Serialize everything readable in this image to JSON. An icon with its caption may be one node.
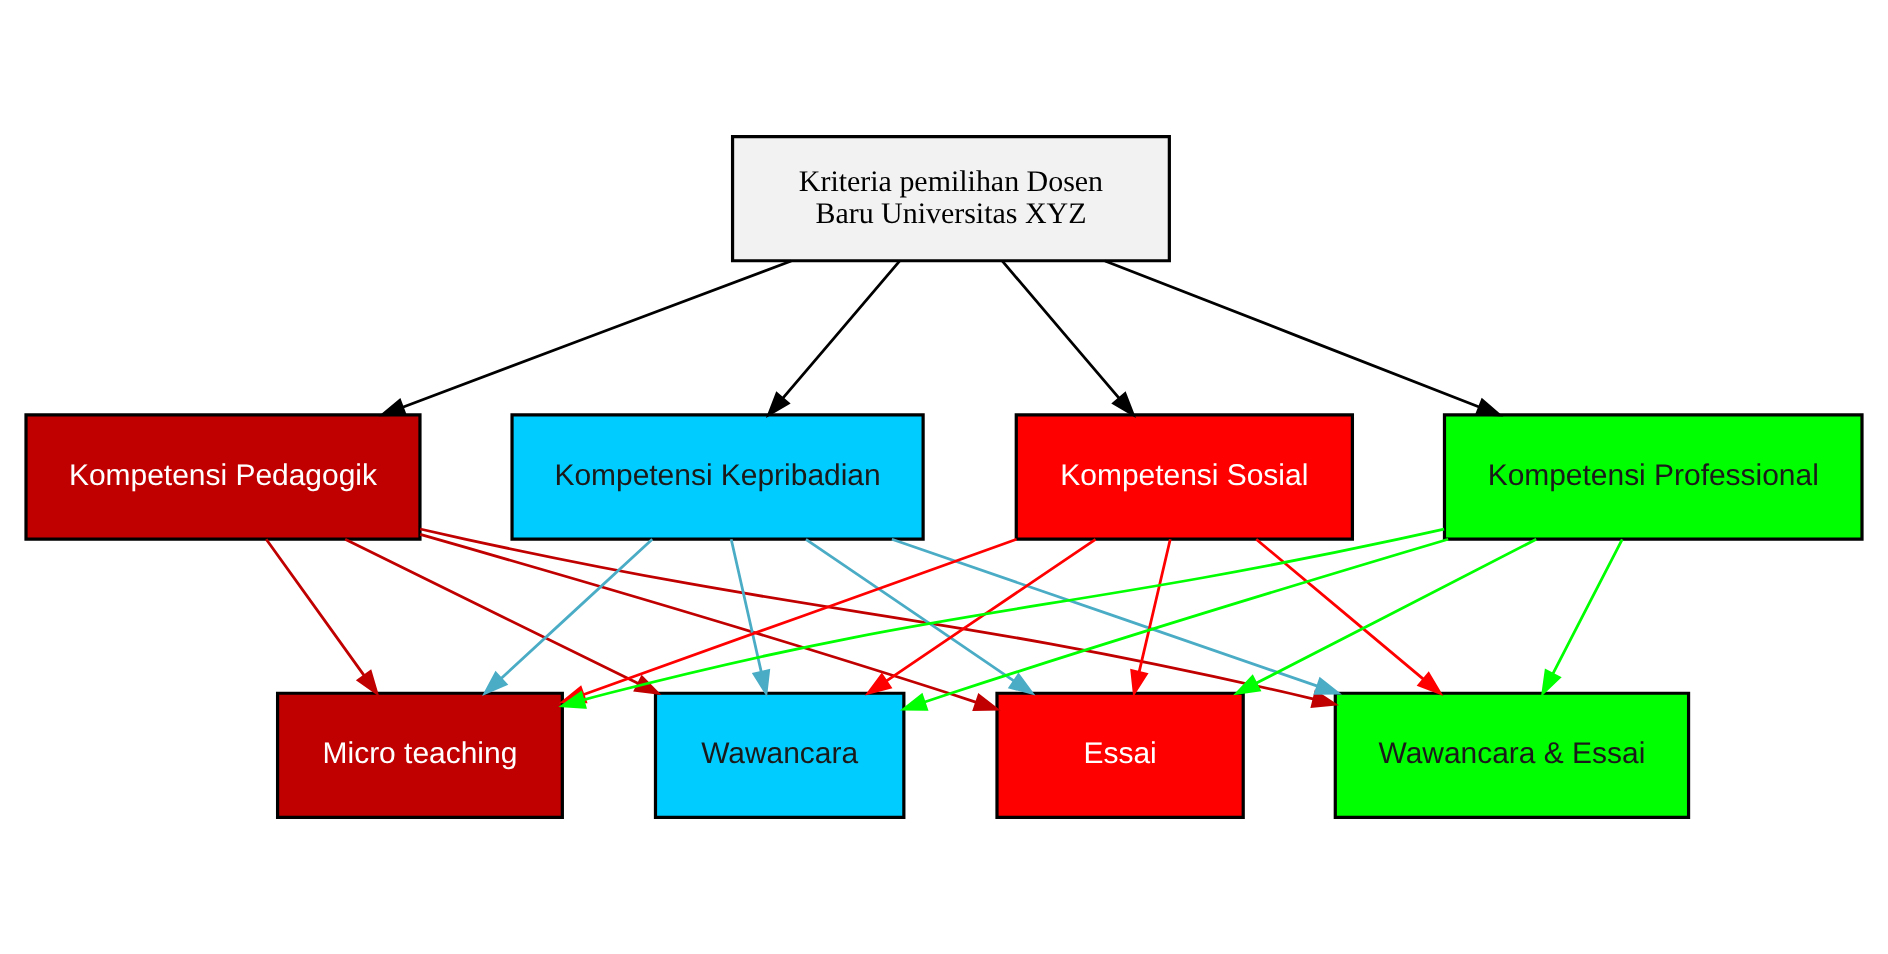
{
  "diagram": {
    "nodes": [
      {
        "text": [
          "Kriteria pemilihan Dosen Baru Universitas XYZ"
        ]
      },
      {
        "text": [
          "Kompetensi Pedagogik"
        ]
      },
      {
        "text": [
          "Kompetensi Kepribadian"
        ]
      },
      {
        "text": [
          "Kompetensi Sosial"
        ]
      },
      {
        "text": [
          "Kompetensi Professional"
        ]
      },
      {
        "text": [
          "Micro teaching"
        ]
      },
      {
        "text": [
          "Wawancara"
        ]
      },
      {
        "text": [
          "Essai"
        ]
      },
      {
        "text": [
          "Wawancara & Essai"
        ]
      }
    ],
    "edges": [
      {
        "from": 0,
        "to": 1,
        "arrow": "to"
      },
      {
        "from": 0,
        "to": 2,
        "arrow": "to"
      },
      {
        "from": 0,
        "to": 3,
        "arrow": "to"
      },
      {
        "from": 0,
        "to": 4,
        "arrow": "to"
      },
      {
        "from": 1,
        "to": 5,
        "arrow": "to",
        "color": "#c00000"
      },
      {
        "from": 1,
        "to": 6,
        "arrow": "to",
        "color": "#c00000"
      },
      {
        "from": 1,
        "to": 7,
        "arrow": "to",
        "color": "#c00000"
      },
      {
        "from": 1,
        "to": 8,
        "arrow": "to",
        "color": "#c00000"
      },
      {
        "from": 2,
        "to": 5,
        "arrow": "to",
        "color": "#4bacc6"
      },
      {
        "from": 2,
        "to": 6,
        "arrow": "to",
        "color": "#4bacc6"
      },
      {
        "from": 2,
        "to": 7,
        "arrow": "to",
        "color": "#4bacc6"
      },
      {
        "from": 2,
        "to": 8,
        "arrow": "to",
        "color": "#4bacc6"
      },
      {
        "from": 3,
        "to": 5,
        "arrow": "to",
        "color": "#ff0000"
      },
      {
        "from": 3,
        "to": 6,
        "arrow": "to",
        "color": "#ff0000"
      },
      {
        "from": 3,
        "to": 7,
        "arrow": "to",
        "color": "#ff0000"
      },
      {
        "from": 3,
        "to": 8,
        "arrow": "to",
        "color": "#ff0000"
      },
      {
        "from": 4,
        "to": 5,
        "arrow": "to",
        "color": "#00ff00"
      },
      {
        "from": 4,
        "to": 6,
        "arrow": "to",
        "color": "#00ff00"
      },
      {
        "from": 4,
        "to": 7,
        "arrow": "to",
        "color": "#00ff00"
      },
      {
        "from": 4,
        "to": 8,
        "arrow": "to",
        "color": "#00ff00"
      }
    ]
  }
}
